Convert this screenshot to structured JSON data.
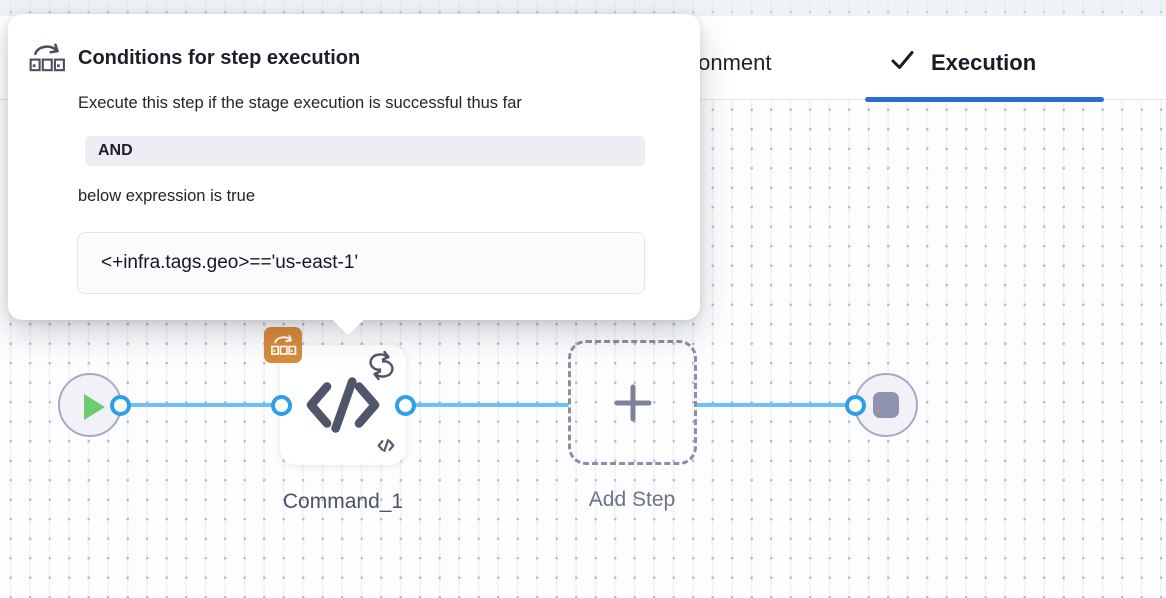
{
  "tabs": [
    {
      "label": "Environment",
      "active": false
    },
    {
      "label": "Execution",
      "active": true,
      "icon": "checkmark-icon"
    }
  ],
  "popover": {
    "icon": "conditional-execution-icon",
    "title": "Conditions for step execution",
    "description": "Execute this step if the stage execution is successful thus far",
    "operator_badge": "AND",
    "expression_intro": "below expression is true",
    "expression": "<+infra.tags.geo>=='us-east-1'"
  },
  "pipeline": {
    "start_node": {
      "icon": "play-icon"
    },
    "steps": [
      {
        "label": "Command_1",
        "type": "command",
        "icons": [
          "conditional-execution-badge",
          "loop-strategy-icon",
          "code-icon",
          "code-icon-small"
        ]
      },
      {
        "label": "Add Step",
        "type": "add-step-placeholder",
        "icon": "plus-icon"
      }
    ],
    "end_node": {
      "icon": "stop-icon"
    }
  },
  "colors": {
    "tab_underline_blue": "#2c6cd6",
    "connector_blue": "#69c3f4",
    "port_ring_blue": "#2e9fe9",
    "conditional_badge_orange": "#d88b3a",
    "play_green": "#6dcc70",
    "node_gray": "#8f93ad",
    "and_badge_bg": "#ededf3",
    "expression_box_bg": "#fbfbfd"
  }
}
